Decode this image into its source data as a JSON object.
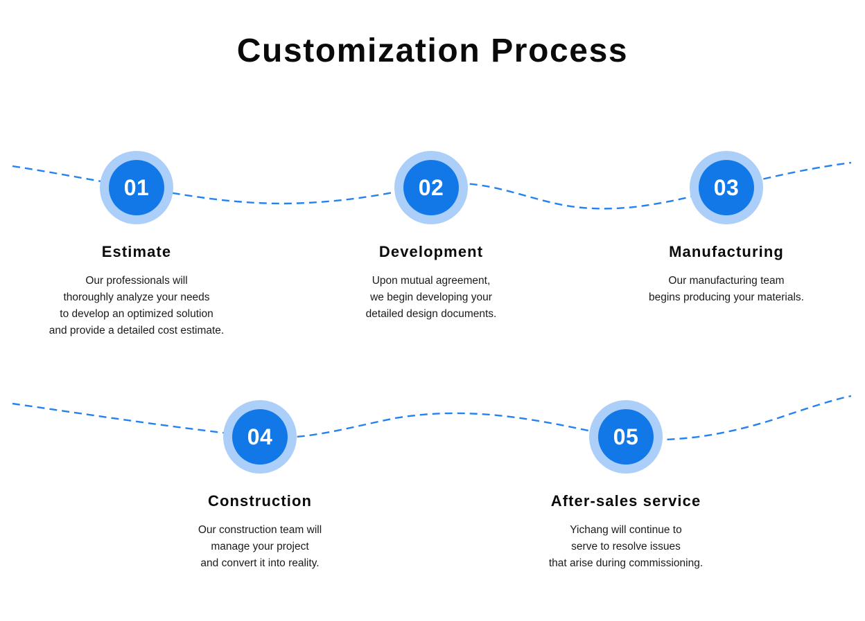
{
  "title": "Customization Process",
  "colors": {
    "ring": "#abcff8",
    "disc": "#1278e8",
    "connector": "#2481f0",
    "text": "#0a0a0a",
    "background": "#ffffff"
  },
  "steps": [
    {
      "number": "01",
      "title": "Estimate",
      "description": "Our professionals will\nthoroughly analyze your needs\nto develop an optimized solution\nand provide a detailed cost estimate."
    },
    {
      "number": "02",
      "title": "Development",
      "description": "Upon mutual agreement,\nwe begin developing your\ndetailed design documents."
    },
    {
      "number": "03",
      "title": "Manufacturing",
      "description": "Our manufacturing team\nbegins producing your materials."
    },
    {
      "number": "04",
      "title": "Construction",
      "description": "Our construction team will\nmanage your project\nand convert it into reality."
    },
    {
      "number": "05",
      "title": "After-sales service",
      "description": "Yichang will continue to\nserve to resolve issues\nthat arise during commissioning."
    }
  ]
}
